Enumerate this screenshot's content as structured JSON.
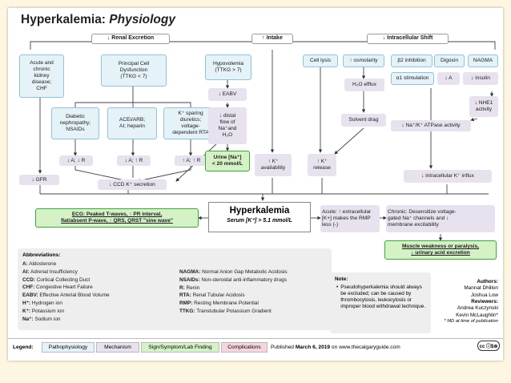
{
  "title_main": "Hyperkalemia:",
  "title_sub": "Physiology",
  "headers": {
    "renal": "↓ Renal Excretion",
    "intake": "↑ Intake",
    "shift": "↓ Intracellular Shift"
  },
  "boxes": {
    "ckd": "Acute and\nchronic\nkidney\ndisease;\nCHF",
    "pcd": "Principal Cell\nDysfunction\n(TTKG < 7)",
    "hypovol": "Hypovolemia\n(TTKG > 7)",
    "celllysis": "Cell lysis",
    "osmol": "↑ osmolarity",
    "b2": "β2 inhibition",
    "digoxin": "Digoxin",
    "nagma": "NAGMA",
    "a1": "α1 stimulation",
    "darrowA": "↓ A",
    "dinsulin": "↓ insulin",
    "diab": "Diabetic\nnephropathy;\nNSAIDs",
    "acei": "ACEi/ARB;\nAI; heparin",
    "ksparing": "K⁺ sparing\ndiuretics;\nvoltage-\ndependent RTA",
    "eabv": "↓ EABV",
    "h2oefflux": "H₂O efflux",
    "nhe1": "↓ NHE1\nactivity",
    "distal": "↓ distal\nflow of\nNa⁺and\nH₂O",
    "solvent": "Solvent drag",
    "nak": "↓ Na⁺/K⁺ ATPase activity",
    "ar1": "↓ A; ↓ R",
    "ar2": "↓ A; ↑ R",
    "ar3": "↑ A; ↑ R",
    "urine": "Urine [Na⁺]\n< 20 mmol/L",
    "gfr": "↓ GFR",
    "ccd": "↓ CCD K⁺ secretion",
    "kavail": "↑ K⁺\navailability",
    "krelease": "↑ K⁺\nrelease",
    "influx": "↓ intracellular K⁺ influx",
    "ecg": "ECG: Peaked T-waves, ↑ PR interval,\nflat/absent P-wave, ↑ QRS, QRST \"sine wave\"",
    "hk_title": "Hyperkalemia",
    "hk_sub": "Serum [K⁺] > 5.1 mmol/L",
    "acute": "Acute: ↑ extracellular\n[K+] makes the RMP\nless (-)",
    "chronic": "Chronic: Desensitize voltage-\ngated Na⁺ channels and ↓\nmembrane excitability",
    "muscle": "Muscle weakness or paralysis,\n↓ urinary acid excretion"
  },
  "abbr_title": "Abbreviations:",
  "abbr_left": [
    [
      "A:",
      "Aldosterone"
    ],
    [
      "AI:",
      "Adrenal Insufficiency"
    ],
    [
      "CCD:",
      "Cortical Collecting Duct"
    ],
    [
      "CHF:",
      "Congestive Heart Failure"
    ],
    [
      "EABV:",
      "Effective Arterial Blood Volume"
    ],
    [
      "H⁺:",
      "Hydrogen ion"
    ],
    [
      "K⁺:",
      "Potassium ion"
    ],
    [
      "Na⁺:",
      "Sodium ion"
    ]
  ],
  "abbr_right": [
    [
      "NAGMA:",
      "Normal Anion Gap Metabolic Acidosis"
    ],
    [
      "NSAIDs:",
      "Non-steroidal anti-inflammatory drugs"
    ],
    [
      "R:",
      "Renin"
    ],
    [
      "RTA:",
      "Renal Tubular Acidosis"
    ],
    [
      "RMP:",
      "Resting Membrane Potential"
    ],
    [
      "TTKG:",
      "Transtubular Potassium Gradient"
    ]
  ],
  "note_title": "Note:",
  "note_text": "Pseudohyperkalemia should always be excluded; can be caused by thrombocytosis, leukocytosis or improper blood withdrawal technique.",
  "authors_label": "Authors:",
  "authors": [
    "Mannat Dhillon",
    "Joshua Low"
  ],
  "reviewers_label": "Reviewers:",
  "reviewers": [
    "Andrea Kuczynski",
    "Kevin McLaughlin*"
  ],
  "md_note": "* MD at time of publication",
  "legend": {
    "label": "Legend:",
    "items": [
      "Pathophysiology",
      "Mechanism",
      "Sign/Symptom/Lab Finding",
      "Complications"
    ],
    "published_prefix": "Published",
    "published_date": "March 6, 2019",
    "published_suffix": "on www.thecalgaryguide.com"
  },
  "cc_text": "cc ⓘ$⊜",
  "colors": {
    "pathophysiology": "#e5f2f8",
    "mechanism": "#e7e2ee",
    "sign": "#d5f1c6",
    "complications": "#f5d5dc",
    "page_bg": "#fdf6e0"
  }
}
